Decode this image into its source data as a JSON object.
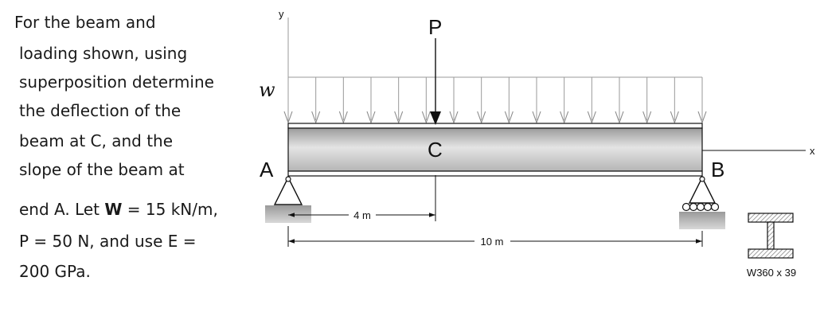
{
  "problem": {
    "line1": "For the beam and",
    "line2": "loading shown, using",
    "line3": "superposition determine",
    "line4": "the deflection of the",
    "line5": "beam at C, and the",
    "line6": "slope of the beam at",
    "line7_pre": "end A. Let ",
    "line7_bold": "W",
    "line7_post": " = 15 kN/m,",
    "line8": "P = 50 N, and use E =",
    "line9": "200 GPa."
  },
  "figure": {
    "axis_y": "y",
    "axis_x": "x",
    "load_w": "w",
    "load_p": "P",
    "point_a": "A",
    "point_b": "B",
    "point_c": "C",
    "dim_ac": "4 m",
    "dim_ab": "10 m",
    "section_label": "W360 x 39",
    "beam_length_m": 10,
    "point_c_position_m": 4,
    "distributed_arrow_count": 16
  }
}
